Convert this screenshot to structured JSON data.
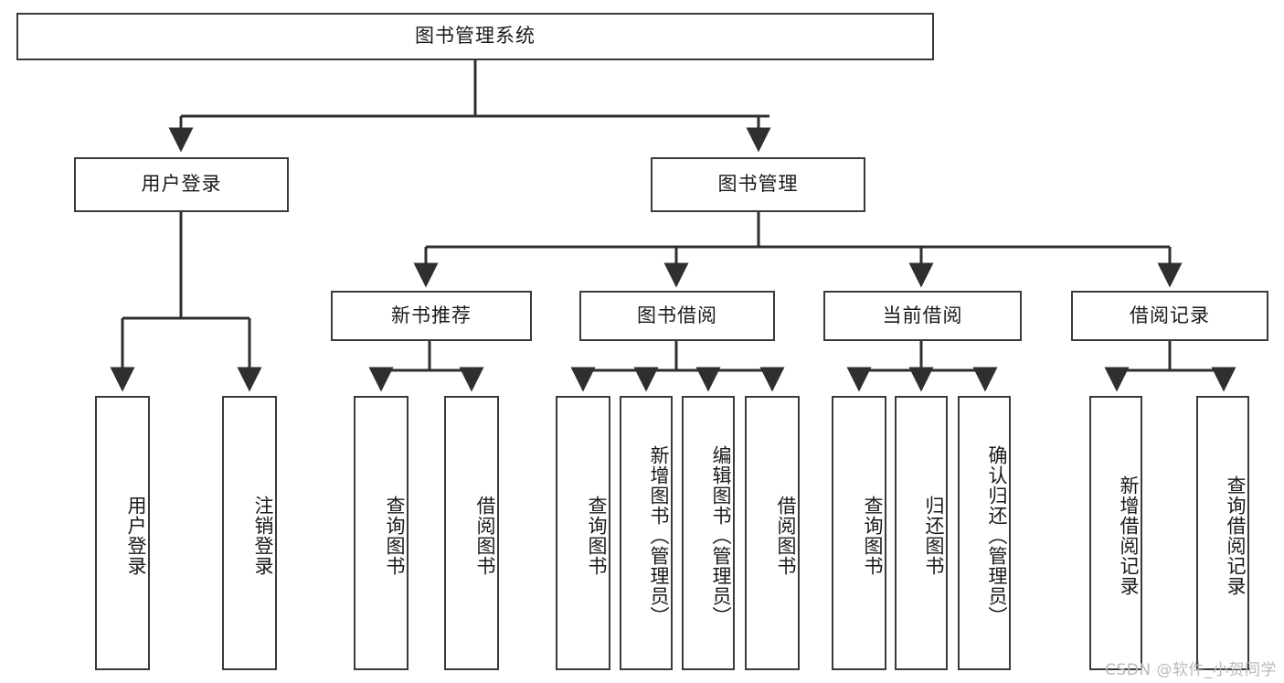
{
  "diagram": {
    "title": "图书管理系统",
    "type": "tree-hierarchy-chart",
    "colors": {
      "box_border": "#3a3a3a",
      "box_fill": "#ffffff",
      "edge": "#2f2f2f",
      "text": "#1a1a1a",
      "watermark": "#b9b9b9",
      "background": "#ffffff"
    },
    "root": {
      "label": "图书管理系统"
    },
    "level2": [
      {
        "label": "用户登录"
      },
      {
        "label": "图书管理"
      }
    ],
    "level3": [
      {
        "label": "新书推荐"
      },
      {
        "label": "图书借阅"
      },
      {
        "label": "当前借阅"
      },
      {
        "label": "借阅记录"
      }
    ],
    "leaves": {
      "user_login": [
        {
          "label": "用户登录"
        },
        {
          "label": "注销登录"
        }
      ],
      "new_book_recommend": [
        {
          "label": "查询图书"
        },
        {
          "label": "借阅图书"
        }
      ],
      "book_borrow": [
        {
          "label": "查询图书"
        },
        {
          "label": "新增图书（管理员）"
        },
        {
          "label": "编辑图书（管理员）"
        },
        {
          "label": "借阅图书"
        }
      ],
      "current_borrow": [
        {
          "label": "查询图书"
        },
        {
          "label": "归还图书"
        },
        {
          "label": "确认归还（管理员）"
        }
      ],
      "borrow_record": [
        {
          "label": "新增借阅记录"
        },
        {
          "label": "查询借阅记录"
        }
      ]
    },
    "watermark": "CSDN @软件_小贺同学"
  }
}
